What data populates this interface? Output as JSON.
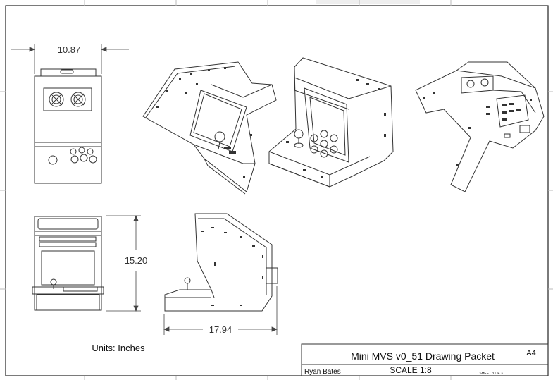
{
  "dimensions": {
    "width": "10.87",
    "height": "15.20",
    "depth": "17.94"
  },
  "units_note": "Units: Inches",
  "title_block": {
    "title": "Mini MVS v0_51 Drawing Packet",
    "paper_size": "A4",
    "author": "Ryan Bates",
    "scale": "SCALE 1:8",
    "sheet": "SHEET 3 OF 3"
  }
}
